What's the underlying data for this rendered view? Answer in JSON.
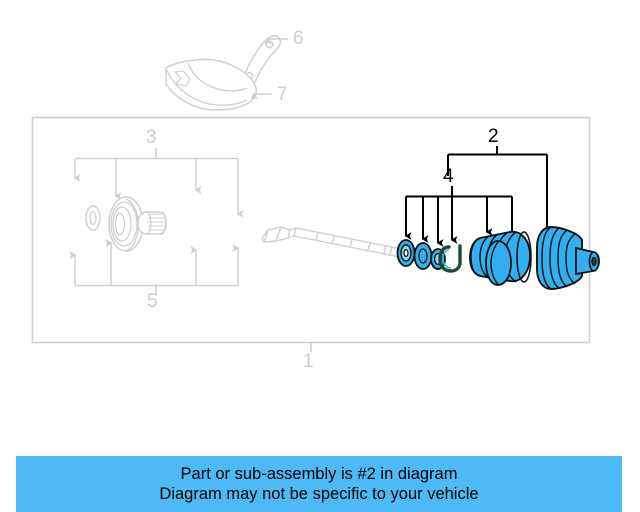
{
  "diagram": {
    "type": "automotive-exploded-parts-diagram",
    "subject": "Front axle / CV joint half-shaft assembly",
    "highlight_color": "#33aeee",
    "line_color": "#cfcfcf",
    "callout_color": "#000000",
    "callouts": [
      {
        "id": "1",
        "label": "1",
        "style": "dim",
        "describes": "complete half-shaft assembly (outer frame)"
      },
      {
        "id": "2",
        "label": "2",
        "style": "dark",
        "describes": "CV joint boot kit / outer joint sub-assembly"
      },
      {
        "id": "3",
        "label": "3",
        "style": "dim",
        "describes": "bearing and seal group (upper bracket)"
      },
      {
        "id": "4",
        "label": "4",
        "style": "dark",
        "describes": "boot kit small parts group"
      },
      {
        "id": "5",
        "label": "5",
        "style": "dim",
        "describes": "bearing and seal group (lower bracket)"
      },
      {
        "id": "6",
        "label": "6",
        "style": "dim",
        "describes": "retaining bracket"
      },
      {
        "id": "7",
        "label": "7",
        "style": "dim",
        "describes": "heat shield / cover"
      }
    ],
    "parts": [
      {
        "name": "snap-ring",
        "highlighted": true,
        "group": "4"
      },
      {
        "name": "washer",
        "highlighted": true,
        "group": "4"
      },
      {
        "name": "circlip",
        "highlighted": true,
        "group": "4"
      },
      {
        "name": "boot-clamp",
        "highlighted": true,
        "group": "4"
      },
      {
        "name": "cv-boot",
        "highlighted": true,
        "group": "4"
      },
      {
        "name": "boot-cap",
        "highlighted": true,
        "group": "4"
      },
      {
        "name": "outer-cv-joint",
        "highlighted": true,
        "group": "2"
      },
      {
        "name": "axle-shaft",
        "highlighted": false,
        "group": "1"
      },
      {
        "name": "seal-ring",
        "highlighted": false,
        "group": "3"
      },
      {
        "name": "wheel-bearing",
        "highlighted": false,
        "group": "3"
      },
      {
        "name": "splined-collar",
        "highlighted": false,
        "group": "3"
      },
      {
        "name": "mounting-bracket",
        "highlighted": false,
        "group": "6"
      },
      {
        "name": "heat-shield",
        "highlighted": false,
        "group": "7"
      }
    ]
  },
  "banner": {
    "background": "#4dbaf5",
    "line1": "Part or sub-assembly is #2 in diagram",
    "line2": "Diagram may not be specific to your vehicle"
  }
}
